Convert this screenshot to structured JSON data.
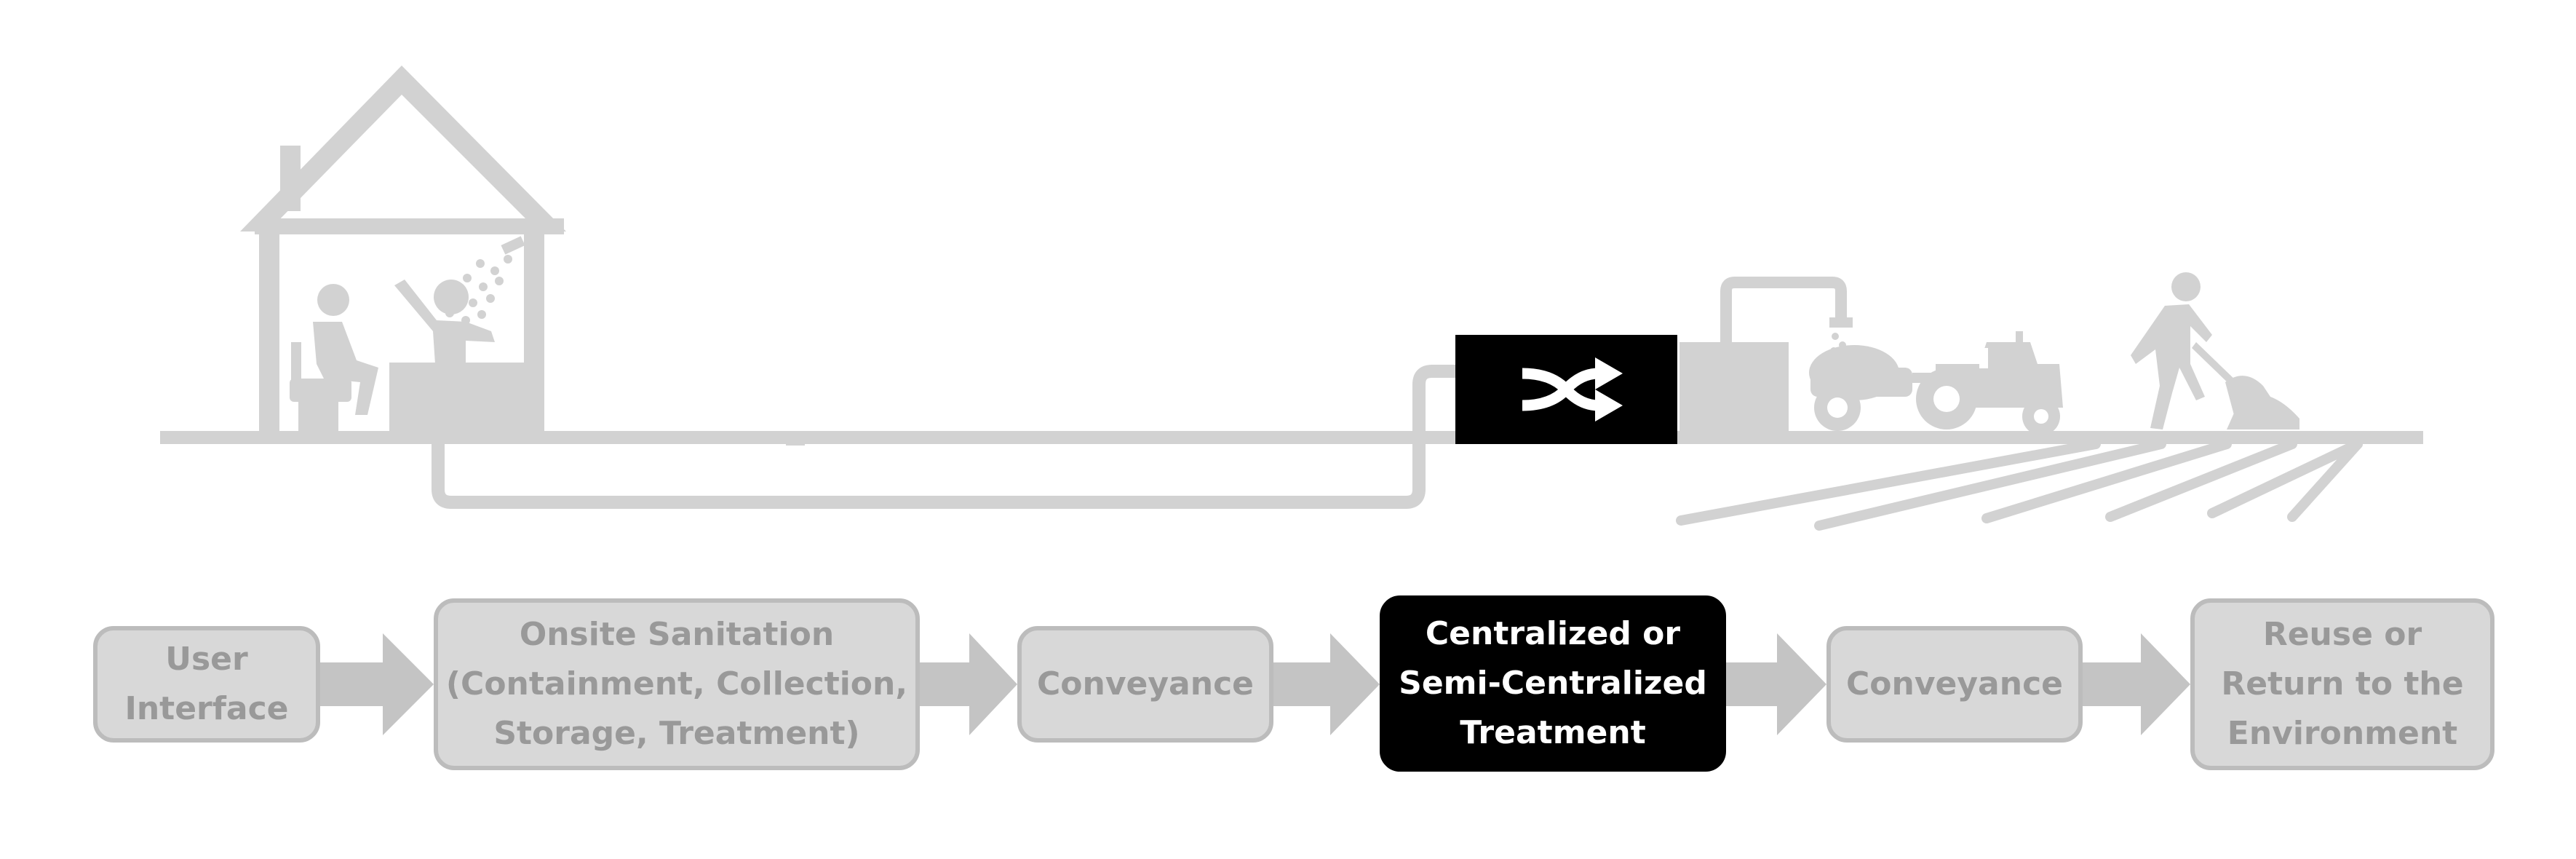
{
  "flow": {
    "steps": [
      {
        "label": "User\nInterface",
        "active": false
      },
      {
        "label": "Onsite Sanitation\n(Containment, Collection,\nStorage, Treatment)",
        "active": false
      },
      {
        "label": "Conveyance",
        "active": false
      },
      {
        "label": "Centralized or\nSemi-Centralized\nTreatment",
        "active": true
      },
      {
        "label": "Conveyance",
        "active": false
      },
      {
        "label": "Reuse or\nReturn to the\nEnvironment",
        "active": false
      }
    ]
  },
  "colors": {
    "illustration_gray": "#d2d2d2",
    "box_fill": "#d8d8d8",
    "box_border": "#bcbcbc",
    "box_text": "#999999",
    "highlight": "#000000",
    "highlight_text": "#ffffff",
    "arrow": "#c4c4c4"
  },
  "icons": {
    "treatment": "shuffle-icon"
  }
}
